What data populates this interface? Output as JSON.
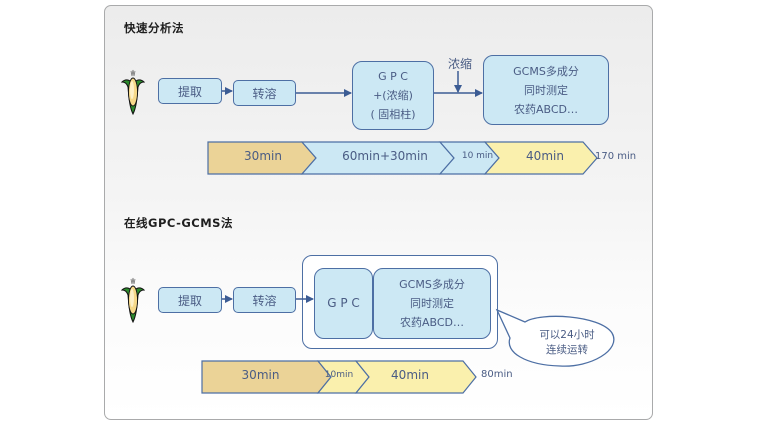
{
  "colors": {
    "box_fill": "#cce8f4",
    "box_border": "#4d6fa4",
    "text": "#4a5c84",
    "seg_tan": "#ebd397",
    "seg_blue": "#cce8f4",
    "seg_yellow": "#faf0ad"
  },
  "fast_method": {
    "title": "快速分析法",
    "sample_icon": "corn-icon",
    "steps": {
      "extract": "提取",
      "transfer": "转溶",
      "gpc": [
        "G P C",
        "+(浓缩)",
        "( 固相柱)"
      ],
      "concentrate_label": "浓缩",
      "gcms": [
        "GCMS多成分",
        "同时测定",
        "农药ABCD…"
      ]
    },
    "timeline": {
      "segments": [
        {
          "label": "30min",
          "minutes": 30,
          "color": "tan"
        },
        {
          "label": "60min+30min",
          "minutes": 90,
          "color": "blue"
        },
        {
          "label": "10 min",
          "minutes": 10,
          "color": "blue"
        },
        {
          "label": "40min",
          "minutes": 40,
          "color": "yellow"
        }
      ],
      "total_label": "170 min",
      "total_minutes": 170
    }
  },
  "online_method": {
    "title": "在线GPC-GCMS法",
    "sample_icon": "corn-icon",
    "steps": {
      "extract": "提取",
      "transfer": "转溶",
      "gpc": "G P C",
      "gcms": [
        "GCMS多成分",
        "同时测定",
        "农药ABCD…"
      ]
    },
    "callout": [
      "可以24小时",
      "连续运转"
    ],
    "timeline": {
      "segments": [
        {
          "label": "30min",
          "minutes": 30,
          "color": "tan"
        },
        {
          "label": "10min",
          "minutes": 10,
          "color": "yellow"
        },
        {
          "label": "40min",
          "minutes": 40,
          "color": "yellow"
        }
      ],
      "total_label": "80min",
      "total_minutes": 80
    }
  }
}
